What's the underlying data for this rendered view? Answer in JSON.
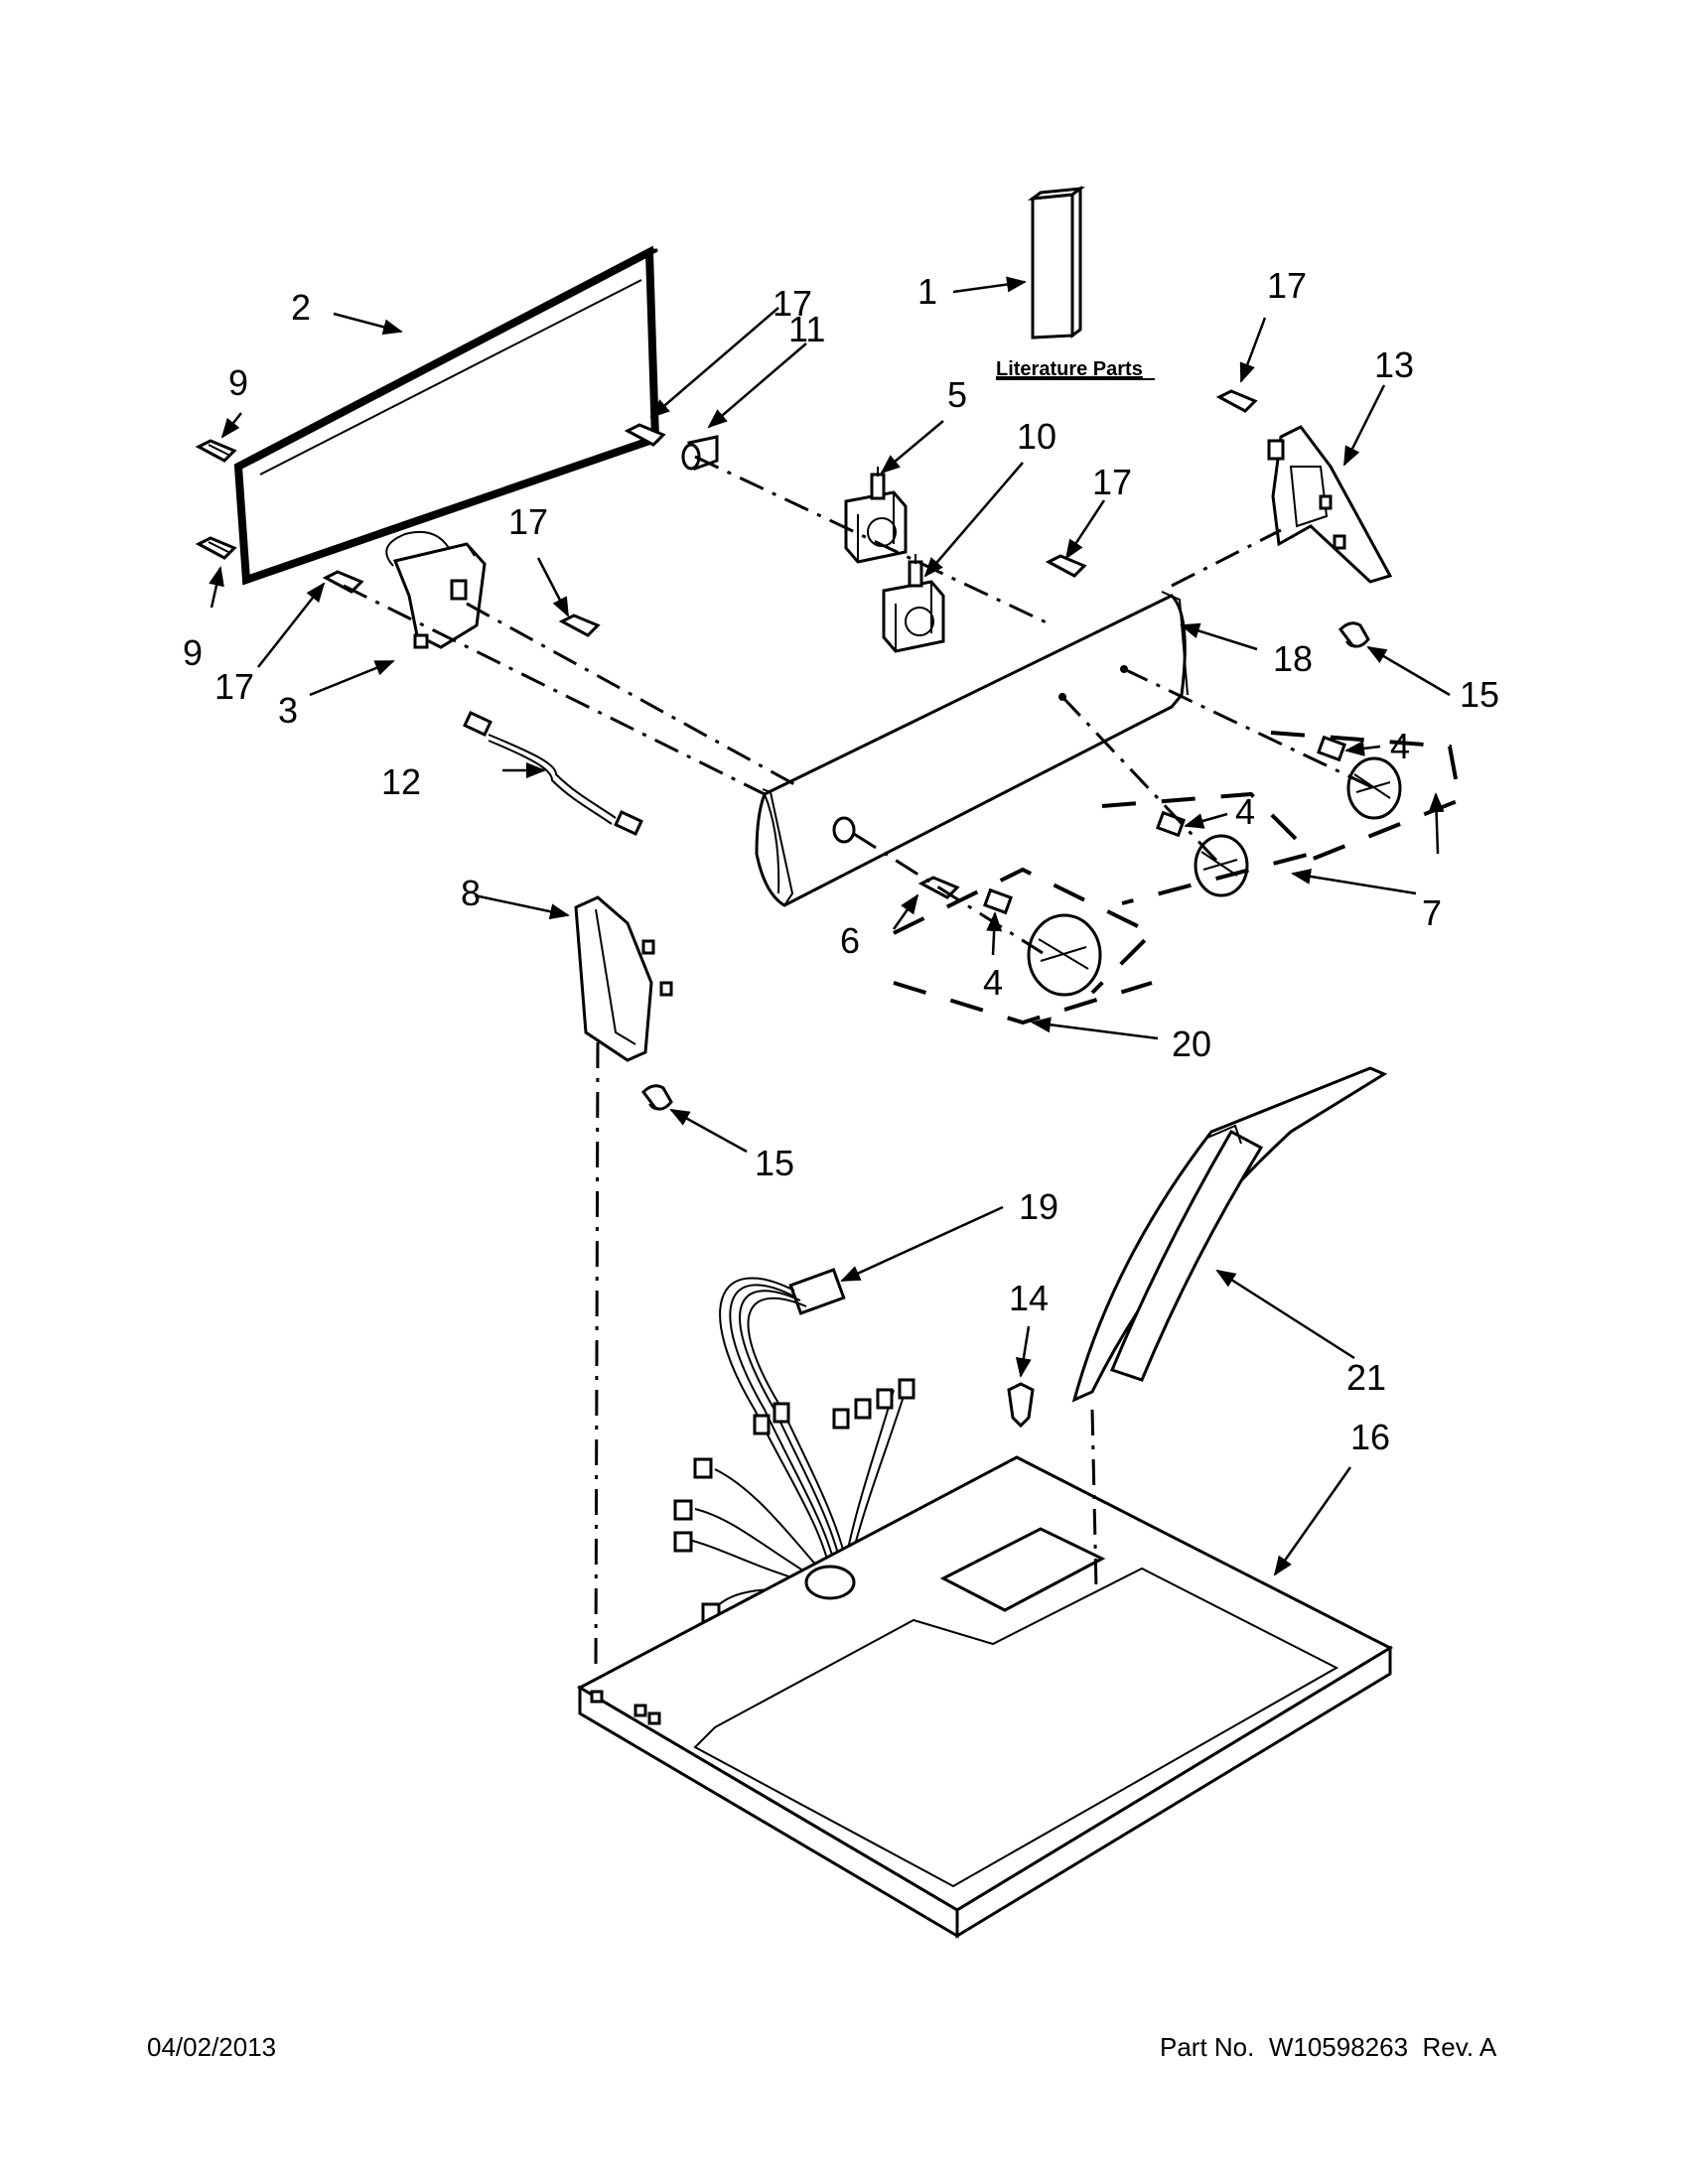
{
  "literature_label": "Literature Parts",
  "callouts": {
    "c1": "1",
    "c2": "2",
    "c3": "3",
    "c4a": "4",
    "c4b": "4",
    "c4c": "4",
    "c5": "5",
    "c6": "6",
    "c7": "7",
    "c8": "8",
    "c9a": "9",
    "c9b": "9",
    "c10": "10",
    "c11": "11",
    "c12": "12",
    "c13": "13",
    "c14": "14",
    "c15a": "15",
    "c15b": "15",
    "c16": "16",
    "c17a": "17",
    "c17b": "17",
    "c17c": "17",
    "c17d": "17",
    "c17e": "17",
    "c18": "18",
    "c19": "19",
    "c20": "20",
    "c21": "21"
  },
  "footer": {
    "date": "04/02/2013",
    "part_label": "Part No.",
    "part_number": "W10598263",
    "revision": "Rev. A"
  }
}
